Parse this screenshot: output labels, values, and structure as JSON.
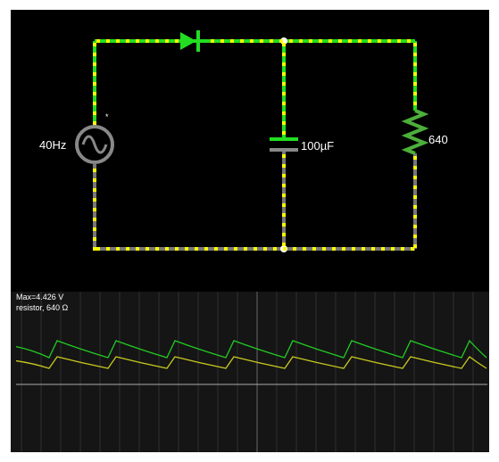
{
  "circuit": {
    "source": {
      "frequency_label": "40Hz",
      "marker": "*"
    },
    "capacitor": {
      "value_label": "100µF"
    },
    "resistor": {
      "value_label": "640"
    },
    "diode": {
      "icon": "diode-icon"
    }
  },
  "scope": {
    "max_label": "Max=4.426 V",
    "probe_label": "resistor, 640 Ω",
    "colors": {
      "upper_trace": "#22cc22",
      "lower_trace": "#c8c820",
      "zero_line": "#aaaaaa"
    }
  },
  "colors": {
    "canvas_bg": "#000000",
    "wire_active": "#22dd22",
    "wire_ground": "#777777",
    "current_dot": "#ffff00",
    "scope_bg": "#151515"
  }
}
